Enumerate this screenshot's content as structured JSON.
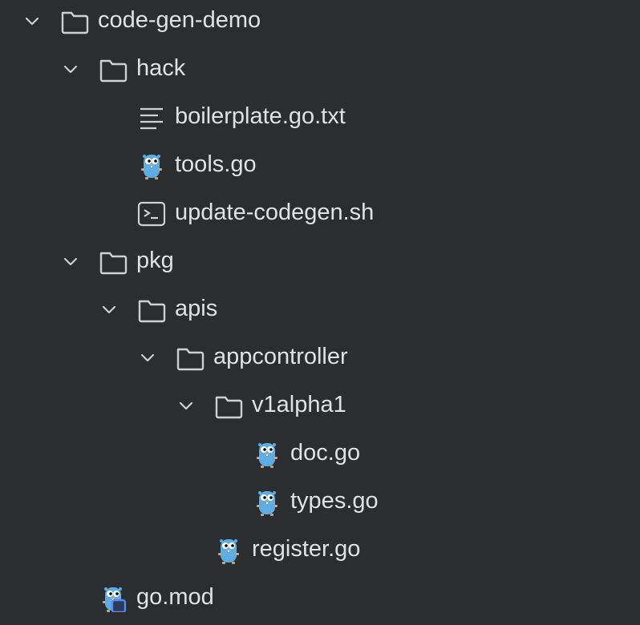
{
  "tree": [
    {
      "label": "code-gen-demo",
      "type": "folder",
      "level": 0,
      "expanded": true
    },
    {
      "label": "hack",
      "type": "folder",
      "level": 1,
      "expanded": true
    },
    {
      "label": "boilerplate.go.txt",
      "type": "text",
      "level": 2
    },
    {
      "label": "tools.go",
      "type": "go",
      "level": 2
    },
    {
      "label": "update-codegen.sh",
      "type": "shell",
      "level": 2
    },
    {
      "label": "pkg",
      "type": "folder",
      "level": 1,
      "expanded": true
    },
    {
      "label": "apis",
      "type": "folder",
      "level": 2,
      "expanded": true
    },
    {
      "label": "appcontroller",
      "type": "folder",
      "level": 3,
      "expanded": true
    },
    {
      "label": "v1alpha1",
      "type": "folder",
      "level": 4,
      "expanded": true
    },
    {
      "label": "doc.go",
      "type": "go",
      "level": 5
    },
    {
      "label": "types.go",
      "type": "go",
      "level": 5
    },
    {
      "label": "register.go",
      "type": "go",
      "level": 4
    },
    {
      "label": "go.mod",
      "type": "gomod",
      "level": 1
    }
  ],
  "colors": {
    "background": "#2b2d30",
    "text": "#dfe1e5",
    "icon": "#ced0d6",
    "gopher": "#5dade2",
    "gomod_badge": "#548af7"
  }
}
